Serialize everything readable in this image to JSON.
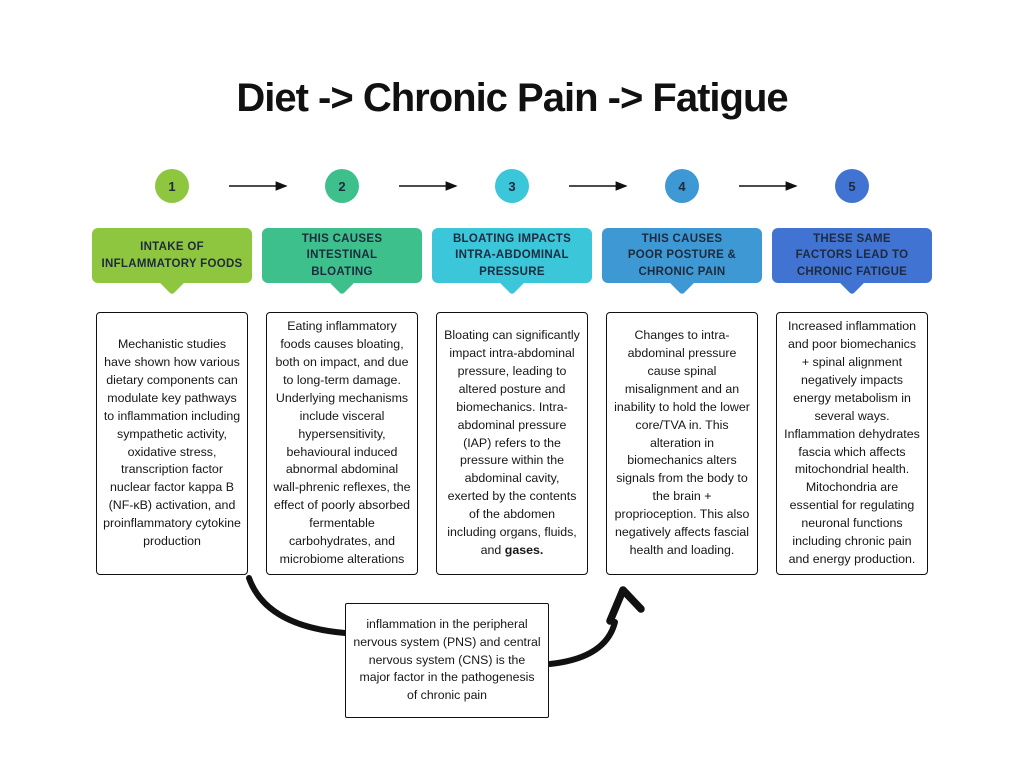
{
  "title": "Diet -> Chronic Pain -> Fatigue",
  "palette": {
    "background": "#ffffff",
    "ink": "#111111",
    "header_text": "#1e2b3e",
    "step1_green": "#8fc640",
    "step2_teal": "#3ec08d",
    "step3_cyan": "#3bc6da",
    "step4_blue": "#3e98d3",
    "step5_royal_blue": "#4173d2"
  },
  "steps": [
    {
      "number": "1",
      "color": "#8fc640",
      "header": "INTAKE OF\nINFLAMMATORY FOODS",
      "body": "Mechanistic studies have shown how various dietary components can modulate key pathways to inflammation including sympathetic activity, oxidative stress, transcription factor nuclear factor kappa B (NF-κB) activation, and proinflammatory cytokine production"
    },
    {
      "number": "2",
      "color": "#3ec08d",
      "header": "THIS CAUSES\nINTESTINAL\nBLOATING",
      "body": "Eating inflammatory foods causes bloating, both on impact, and due to long-term damage. Underlying mechanisms include visceral hypersensitivity, behavioural induced abnormal abdominal wall-phrenic reflexes, the effect of poorly absorbed fermentable carbohydrates, and microbiome alterations"
    },
    {
      "number": "3",
      "color": "#3bc6da",
      "header": "BLOATING IMPACTS\nINTRA-ABDOMINAL\nPRESSURE",
      "body": "Bloating can significantly impact intra-abdominal pressure, leading to altered posture and biomechanics. Intra-abdominal pressure (IAP) refers to the pressure within the abdominal cavity, exerted by the contents of the abdomen including organs, fluids, and ",
      "body_bold": "gases."
    },
    {
      "number": "4",
      "color": "#3e98d3",
      "header": "THIS CAUSES\nPOOR POSTURE &\nCHRONIC PAIN",
      "body": "Changes to intra-abdominal pressure cause spinal misalignment and an inability to hold the lower core/TVA in. This alteration in biomechanics alters signals from the body to the brain + proprioception. This also negatively affects fascial health and loading."
    },
    {
      "number": "5",
      "color": "#4173d2",
      "header": "THESE SAME\nFACTORS LEAD TO\nCHRONIC FATIGUE",
      "body": "Increased inflammation and poor biomechanics + spinal alignment negatively impacts energy metabolism in several ways. Inflammation dehydrates fascia which affects mitochondrial health. Mitochondria are essential for regulating neuronal functions including chronic pain and energy production."
    }
  ],
  "note": {
    "text": "inflammation in the peripheral nervous system (PNS) and central nervous system (CNS) is the major factor in the pathogenesis of chronic pain"
  }
}
